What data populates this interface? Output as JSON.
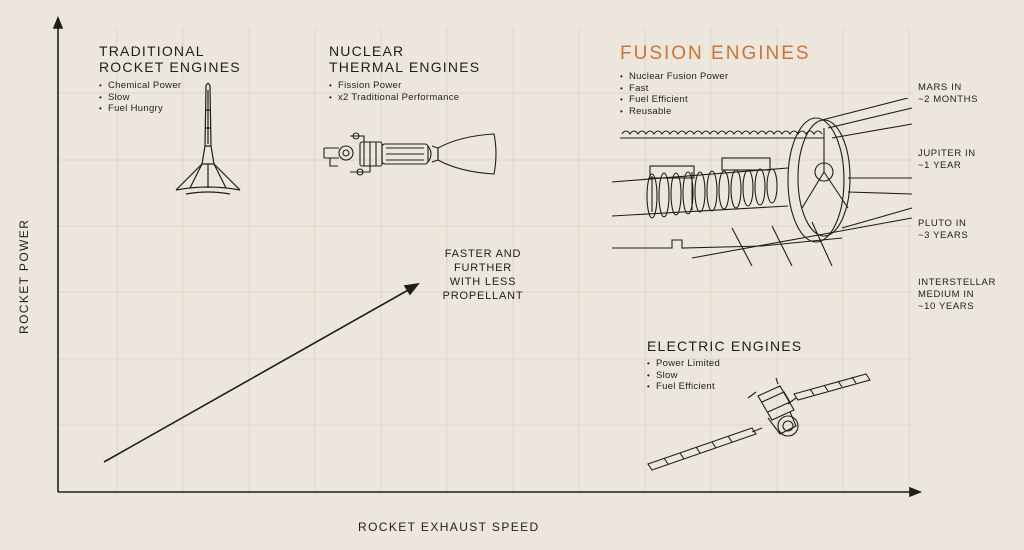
{
  "axes": {
    "x_label": "ROCKET EXHAUST SPEED",
    "y_label": "ROCKET POWER"
  },
  "center_note": [
    "FASTER AND",
    "FURTHER",
    "WITH LESS",
    "PROPELLANT"
  ],
  "engines": [
    {
      "title": [
        "TRADITIONAL",
        "ROCKET ENGINES"
      ],
      "features": [
        "Chemical Power",
        "Slow",
        "Fuel Hungry"
      ]
    },
    {
      "title": [
        "NUCLEAR",
        "THERMAL ENGINES"
      ],
      "features": [
        "Fission Power",
        "x2 Traditional Performance"
      ]
    },
    {
      "title": [
        "FUSION  ENGINES"
      ],
      "features": [
        "Nuclear Fusion Power",
        "Fast",
        "Fuel Efficient",
        "Reusable"
      ]
    },
    {
      "title": [
        "ELECTRIC  ENGINES"
      ],
      "features": [
        "Power Limited",
        "Slow",
        "Fuel Efficient"
      ]
    }
  ],
  "destinations": [
    [
      "MARS IN",
      "~2 MONTHS"
    ],
    [
      "JUPITER IN",
      "~1 YEAR"
    ],
    [
      "PLUTO IN",
      "~3 YEARS"
    ],
    [
      "INTERSTELLAR",
      "MEDIUM IN",
      "~10 YEARS"
    ]
  ],
  "colors": {
    "background": "#ede6dc",
    "ink": "#1e1e1e",
    "fusion_accent": "#c9743a",
    "grid": "#ddd5ca"
  },
  "icons": [
    "chemical-rocket-icon",
    "nuclear-thermal-engine-icon",
    "fusion-engine-icon",
    "satellite-icon"
  ]
}
